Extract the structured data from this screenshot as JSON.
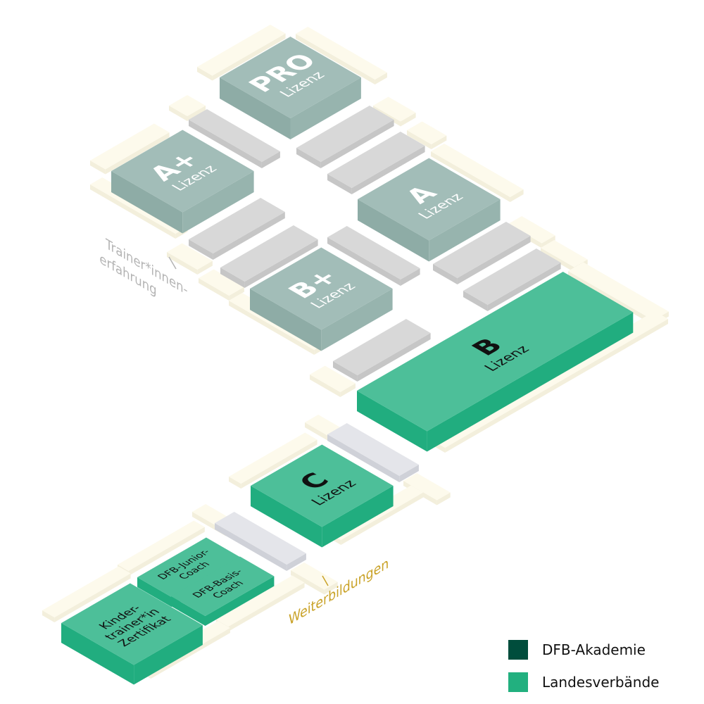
{
  "blocks": {
    "pro": {
      "big": "PRO",
      "small": "Lizenz"
    },
    "a_plus": {
      "big": "A+",
      "small": "Lizenz"
    },
    "a": {
      "big": "A",
      "small": "Lizenz"
    },
    "b_plus": {
      "big": "B+",
      "small": "Lizenz"
    },
    "b": {
      "big": "B",
      "small": "Lizenz"
    },
    "c": {
      "big": "C",
      "small": "Lizenz"
    },
    "kinder": {
      "lines": [
        "Kinder-",
        "trainer*in",
        "Zertifikat"
      ]
    },
    "junior": {
      "lines": [
        "DFB-Junior-",
        "Coach"
      ]
    },
    "basis": {
      "lines": [
        "DFB-Basis-",
        "Coach"
      ]
    }
  },
  "side_labels": {
    "experience": [
      "Trainer*innen-",
      "erfahrung"
    ],
    "further_training": "Weiterbildungen"
  },
  "legend": [
    {
      "label": "DFB-Akademie",
      "color": "#004d3c"
    },
    {
      "label": "Landesverbände",
      "color": "#22b07f"
    }
  ],
  "colors": {
    "grey_top": "#a2bdb8",
    "grey_left": "#8eaca6",
    "grey_right": "#97b4ae",
    "green_top": "#4dbf99",
    "green_side": "#21ad7f",
    "bar_top": "#d8d8d8",
    "bar_side": "#c6c6c6",
    "bar_light_top": "#e4e5ea",
    "bar_light_side": "#cfd1d8",
    "cream_top": "#fdfaec",
    "cream_side": "#f3efdc",
    "experience_text": "#b3b3b3",
    "further_text": "#c9a227"
  }
}
